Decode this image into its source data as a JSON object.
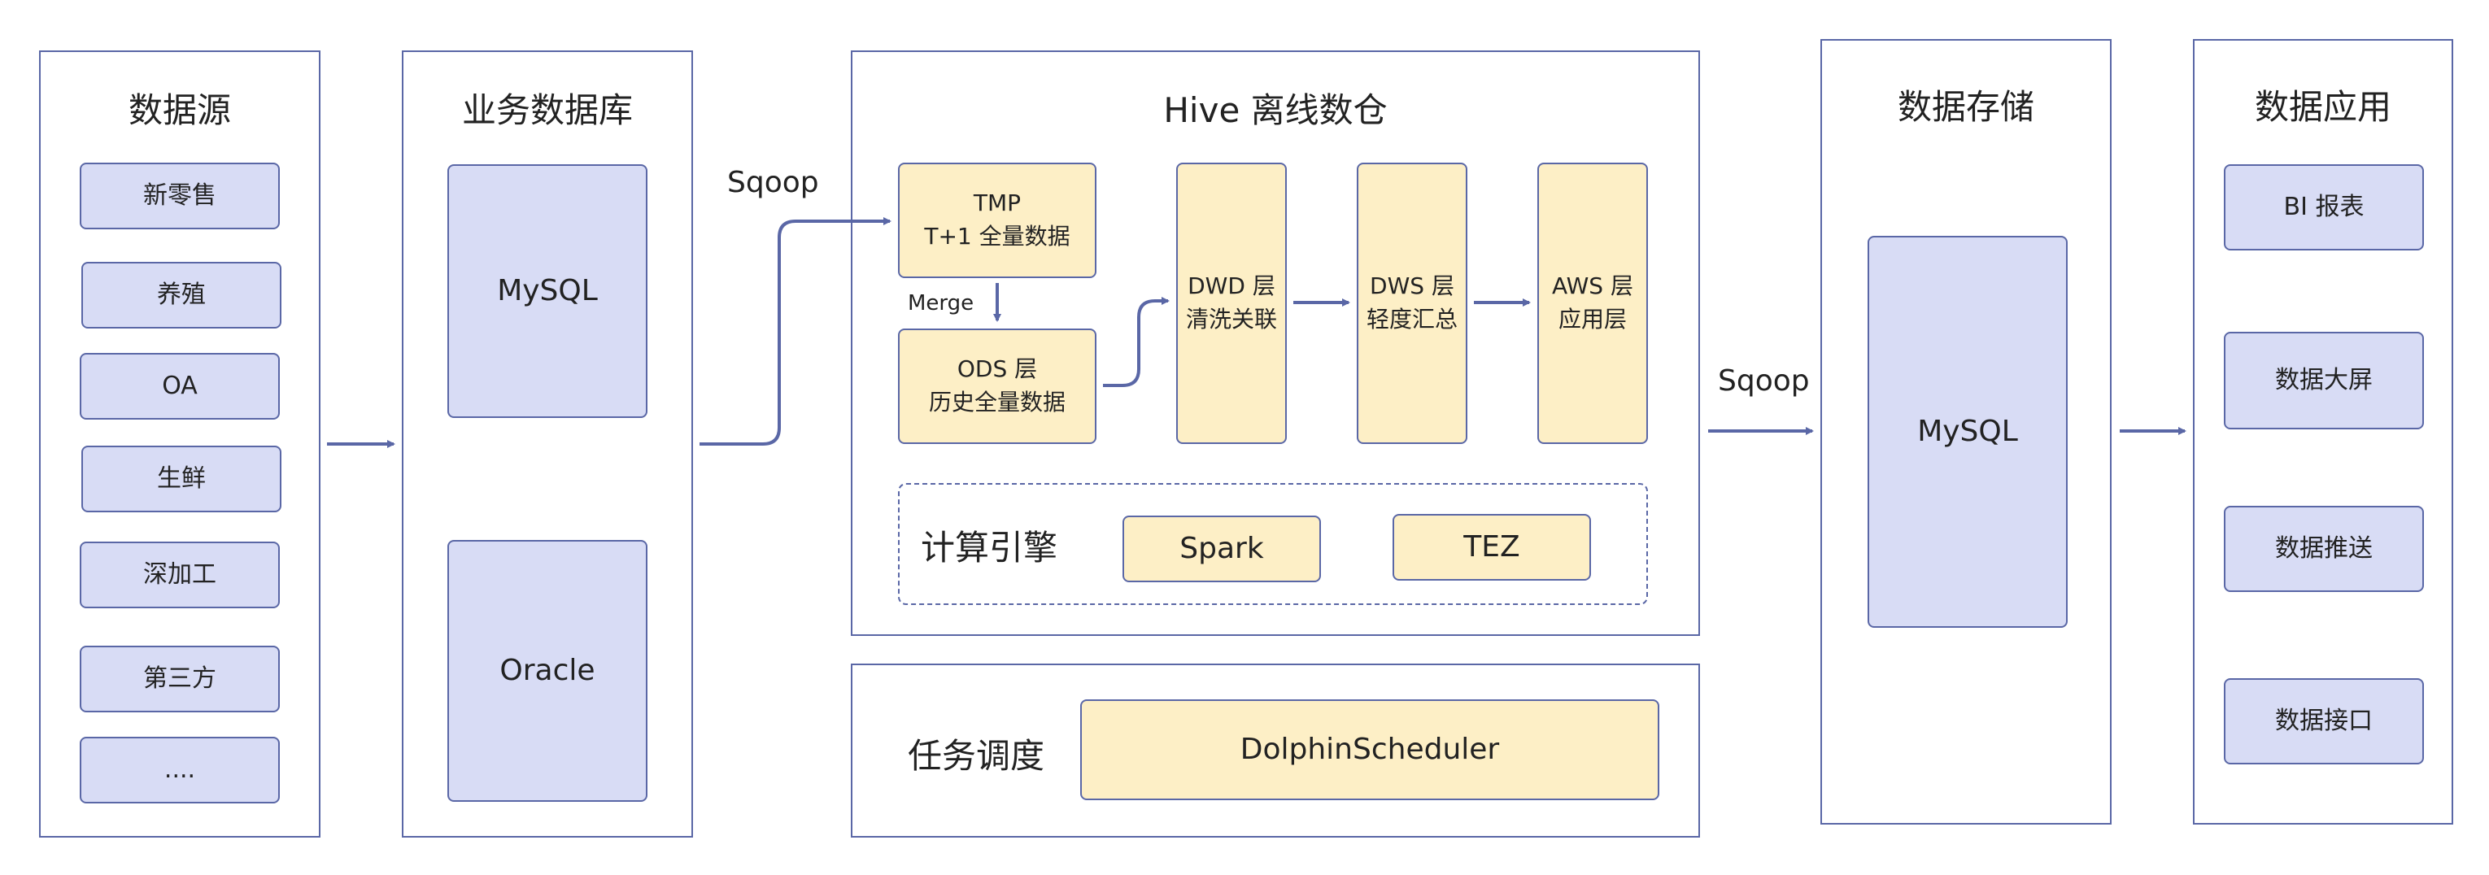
{
  "colors": {
    "stroke": "#5a67a6",
    "box_blue": "#d8dcf5",
    "box_yellow": "#fdefc6",
    "text": "#222222"
  },
  "sources": {
    "title": "数据源",
    "items": [
      "新零售",
      "养殖",
      "OA",
      "生鲜",
      "深加工",
      "第三方",
      "...."
    ]
  },
  "business_db": {
    "title": "业务数据库",
    "items": [
      "MySQL",
      "Oracle"
    ]
  },
  "hive": {
    "title": "Hive 离线数仓",
    "tmp": {
      "line1": "TMP",
      "line2": "T+1 全量数据"
    },
    "ods": {
      "line1": "ODS 层",
      "line2": "历史全量数据"
    },
    "dwd": {
      "line1": "DWD 层",
      "line2": "清洗关联"
    },
    "dws": {
      "line1": "DWS 层",
      "line2": "轻度汇总"
    },
    "aws": {
      "line1": "AWS 层",
      "line2": "应用层"
    },
    "merge_label": "Merge",
    "engine": {
      "label": "计算引擎",
      "items": [
        "Spark",
        "TEZ"
      ]
    }
  },
  "scheduler": {
    "label": "任务调度",
    "value": "DolphinScheduler"
  },
  "storage": {
    "title": "数据存储",
    "item": "MySQL"
  },
  "apps": {
    "title": "数据应用",
    "items": [
      "BI 报表",
      "数据大屏",
      "数据推送",
      "数据接口"
    ]
  },
  "arrows": {
    "sqoop_in": "Sqoop",
    "sqoop_out": "Sqoop"
  }
}
